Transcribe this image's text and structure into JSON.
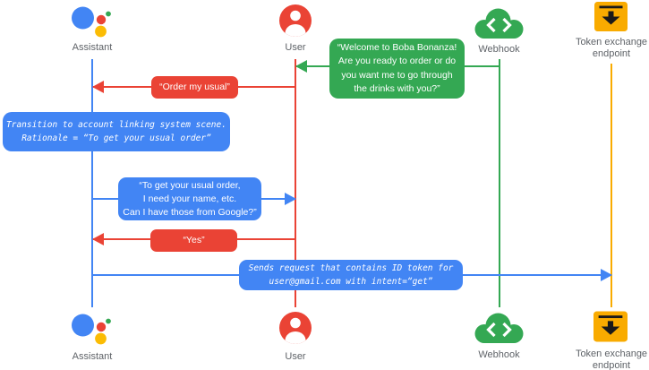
{
  "colors": {
    "blue": "#4285F4",
    "red": "#EA4335",
    "green": "#34A853",
    "yellow": "#F9AB00",
    "assistantYellow": "#FBBC04",
    "labelGray": "#5F6368",
    "iconGlyphDark": "#1a1a1a"
  },
  "actors": {
    "assistant": {
      "label": "Assistant",
      "icon": "google-assistant-logo"
    },
    "user": {
      "label": "User",
      "icon": "person-in-circle"
    },
    "webhook": {
      "label": "Webhook",
      "icon": "cloud-code-brackets"
    },
    "token_endpoint": {
      "label_line1": "Token exchange",
      "label_line2": "endpoint",
      "icon": "inbox-down-arrow"
    }
  },
  "messages": {
    "welcome": {
      "from": "webhook",
      "to": "user",
      "lines": [
        "“Welcome to Boba Bonanza!",
        "Are you ready to order or do",
        "you want me to go through",
        "the drinks with you?”"
      ]
    },
    "order_usual": {
      "from": "user",
      "to": "assistant",
      "text": "“Order my usual”"
    },
    "transition_note": {
      "type": "system-note",
      "lines": [
        "Transition to account linking system scene.",
        "Rationale = “To get your usual order”"
      ]
    },
    "ask_permission": {
      "from": "assistant",
      "to": "user",
      "lines": [
        "“To get your usual order,",
        "I need your name, etc.",
        "Can I have those from Google?”"
      ]
    },
    "yes": {
      "from": "user",
      "to": "assistant",
      "text": "“Yes”"
    },
    "send_request": {
      "from": "assistant",
      "to": "token_endpoint",
      "lines": [
        "Sends request that contains ID token for",
        "user@gmail.com with intent=“get”"
      ]
    }
  }
}
